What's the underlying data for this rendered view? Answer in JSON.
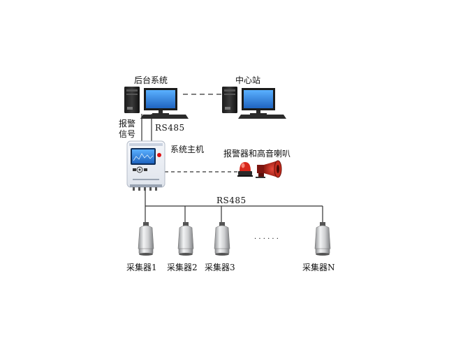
{
  "labels": {
    "backend": "后台系统",
    "center": "中心站",
    "alarm_signal": "报警信号",
    "rs485_top": "RS485",
    "host": "系统主机",
    "alarm_horn": "报警器和高音喇叭",
    "rs485_bus": "RS485",
    "ellipsis": "· · · · · ·",
    "collectors": [
      "采集器1",
      "采集器2",
      "采集器3",
      "采集器N"
    ]
  },
  "colors": {
    "line": "#333333",
    "screen": "#2f7fd8",
    "device_silver": "#c9cacc",
    "alarm_red": "#c8291c",
    "host_frame": "#e9edf3"
  },
  "icons": [
    "computer-icon",
    "computer-icon",
    "controller-icon",
    "alarm-light-icon",
    "horn-speaker-icon",
    "collector-sensor-icon"
  ]
}
